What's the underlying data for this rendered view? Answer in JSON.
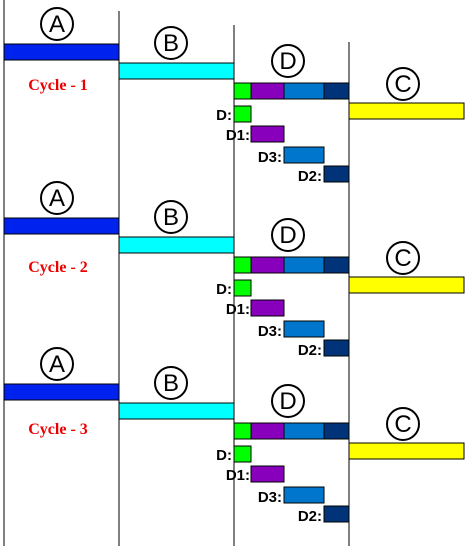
{
  "diagram": {
    "colors": {
      "stage_a": "#0022ee",
      "stage_b": "#00ffff",
      "stage_c": "#ffff00",
      "d_green": "#00ff00",
      "d_purple": "#8800bb",
      "d_blue": "#0077cc",
      "d_navy": "#003377",
      "cycle_text": "#ee0000"
    },
    "stage_letters": {
      "a": "A",
      "b": "B",
      "c": "C",
      "d": "D"
    },
    "sub_labels": {
      "d": "D:",
      "d1": "D1:",
      "d3": "D3:",
      "d2": "D2:"
    },
    "cycles": [
      {
        "label": "Cycle - 1"
      },
      {
        "label": "Cycle - 2"
      },
      {
        "label": "Cycle - 3"
      }
    ]
  }
}
